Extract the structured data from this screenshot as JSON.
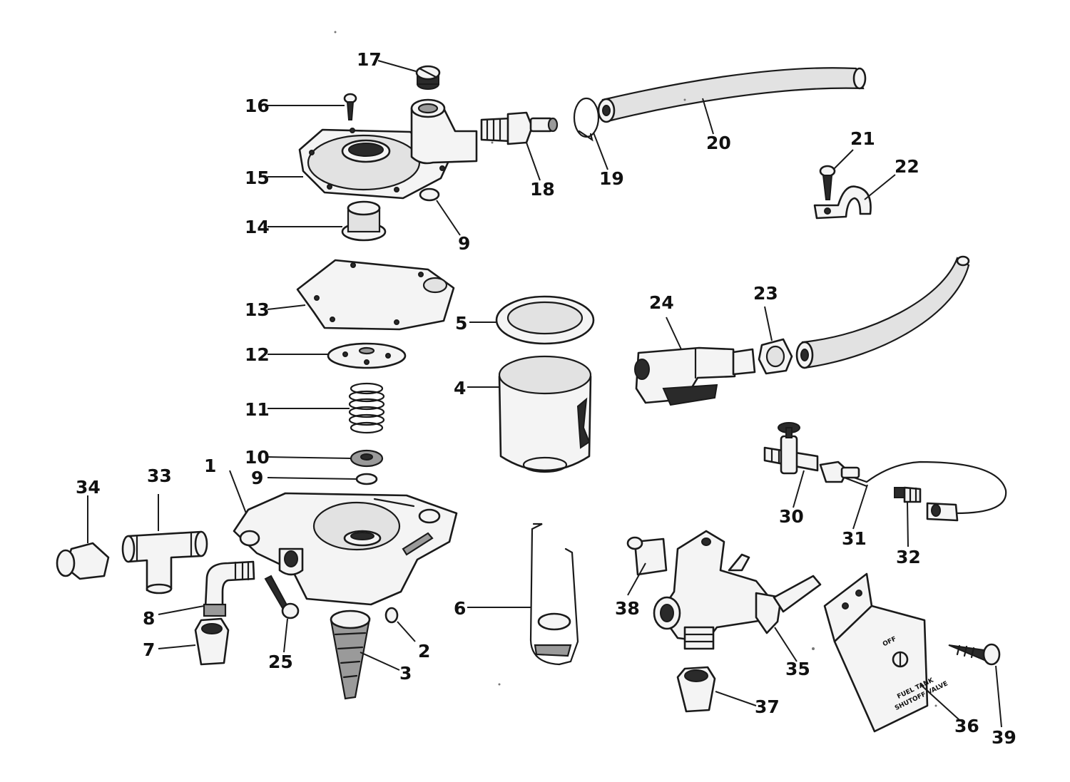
{
  "colors": {
    "ink": "#1a1a1a",
    "paper": "#ffffff",
    "shade": "#9a9a9a"
  },
  "callouts": [
    "1",
    "2",
    "3",
    "4",
    "5",
    "6",
    "7",
    "8",
    "9",
    "9",
    "10",
    "11",
    "12",
    "13",
    "14",
    "15",
    "16",
    "17",
    "18",
    "19",
    "20",
    "21",
    "22",
    "23",
    "24",
    "25",
    "30",
    "31",
    "32",
    "33",
    "34",
    "35",
    "36",
    "37",
    "38",
    "39"
  ],
  "bracket_text": {
    "line1": "OFF",
    "line2": "FUEL TANK",
    "line3": "SHUTOFF VALVE"
  }
}
